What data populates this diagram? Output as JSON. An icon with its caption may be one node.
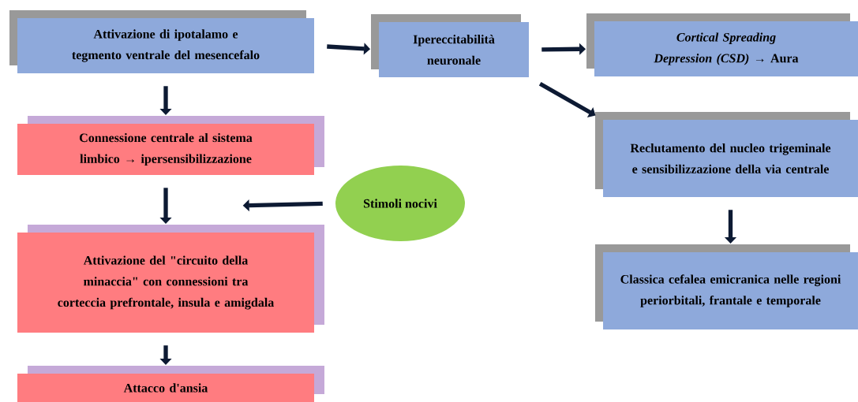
{
  "diagram": {
    "nodes": [
      {
        "text": [
          "Attivazione di ipotalamo e tegmento ventrale del mesencefalo"
        ]
      },
      {
        "text": [
          "Ipereccitabilità neuronale"
        ]
      },
      {
        "text": [
          "*Cortical Spreading Depression (CSD)* → Aura"
        ]
      },
      {
        "text": [
          "Reclutamento del nucleo trigeminale e sensibilizzazione della via centrale"
        ]
      },
      {
        "text": [
          "Classica cefalea emicranica nelle regioni periorbitali, frantale e temporale"
        ]
      },
      {
        "text": [
          "Connessione centrale al sistema limbico → ipersensibilizzazione"
        ]
      },
      {
        "text": [
          "Attivazione del \"circuito della minaccia\" con connessioni tra corteccia prefrontale, insula e amigdala"
        ]
      },
      {
        "text": [
          "Attacco d'ansia"
        ]
      },
      {
        "text": [
          "Stimoli nocivi"
        ]
      }
    ],
    "edges": [
      {
        "from": 0,
        "to": 1,
        "arrow": "to"
      },
      {
        "from": 1,
        "to": 2,
        "arrow": "to"
      },
      {
        "from": 1,
        "to": 3,
        "arrow": "to"
      },
      {
        "from": 3,
        "to": 4,
        "arrow": "to"
      },
      {
        "from": 0,
        "to": 5,
        "arrow": "to"
      },
      {
        "from": 5,
        "to": 6,
        "arrow": "to"
      },
      {
        "from": 8,
        "to": null,
        "arrow": "to"
      },
      {
        "from": 6,
        "to": 7,
        "arrow": "to"
      }
    ]
  }
}
